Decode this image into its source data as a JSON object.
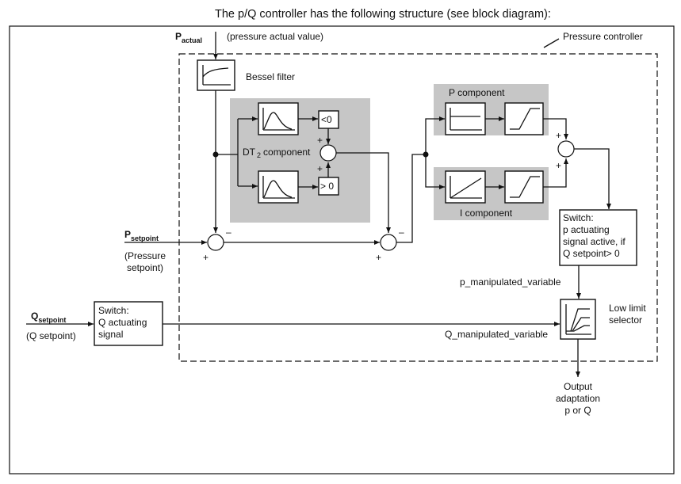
{
  "heading": "The p/Q controller has the following structure (see block diagram):",
  "pressure_controller_label": "Pressure controller",
  "inputs": {
    "p_actual_main": "P",
    "p_actual_sub": "actual",
    "p_actual_desc": "(pressure actual value)",
    "p_setpoint_main": "P",
    "p_setpoint_sub": "setpoint",
    "p_setpoint_desc_1": "(Pressure",
    "p_setpoint_desc_2": "setpoint)",
    "q_setpoint_main": "Q",
    "q_setpoint_sub": "setpoint",
    "q_setpoint_desc": "(Q setpoint)"
  },
  "blocks": {
    "bessel_filter": "Bessel filter",
    "dt2_main": "DT",
    "dt2_sub": "2",
    "dt2_suffix": "component",
    "cmp_lt": "<0",
    "cmp_gt": "> 0",
    "p_component": "P component",
    "i_component": "I component",
    "switch_p_lines": [
      "Switch:",
      "p actuating",
      "signal active, if",
      "Q setpoint> 0"
    ],
    "switch_q_lines": [
      "Switch:",
      "Q actuating",
      "signal"
    ],
    "low_limit_lines": [
      "Low limit",
      "selector"
    ]
  },
  "signals": {
    "p_manipulated": "p_manipulated_variable",
    "q_manipulated": "Q_manipulated_variable",
    "output_lines": [
      "Output",
      "adaptation",
      "p or Q"
    ]
  },
  "signs": {
    "plus": "+",
    "minus": "–"
  }
}
